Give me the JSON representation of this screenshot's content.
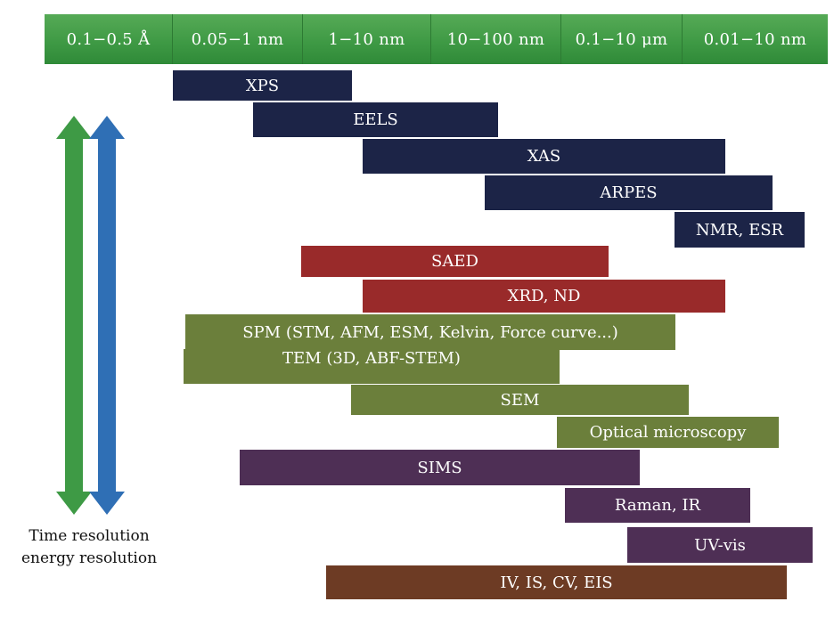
{
  "scale": {
    "cells": [
      "0.1−0.5 Å",
      "0.05−1 nm",
      "1−10 nm",
      "10−100 nm",
      "0.1−10 μm",
      "0.01−10 nm"
    ],
    "color": "#3f9a45"
  },
  "arrows": {
    "green": "#3e9a45",
    "blue": "#2f6fb5",
    "label_line1": "Time resolution",
    "label_line2": "energy resolution"
  },
  "techniques": [
    {
      "label": "XPS",
      "group": "navy"
    },
    {
      "label": "EELS",
      "group": "navy"
    },
    {
      "label": "XAS",
      "group": "navy"
    },
    {
      "label": "ARPES",
      "group": "navy"
    },
    {
      "label": "NMR, ESR",
      "group": "navy"
    },
    {
      "label": "SAED",
      "group": "red"
    },
    {
      "label": "XRD, ND",
      "group": "red"
    },
    {
      "label": "SPM (STM, AFM, ESM, Kelvin, Force curve...)",
      "group": "olive"
    },
    {
      "label": "TEM (3D, ABF-STEM)",
      "group": "olive"
    },
    {
      "label": "SEM",
      "group": "olive"
    },
    {
      "label": "Optical microscopy",
      "group": "olive"
    },
    {
      "label": "SIMS",
      "group": "purple"
    },
    {
      "label": "Raman, IR",
      "group": "purple"
    },
    {
      "label": "UV-vis",
      "group": "purple"
    },
    {
      "label": "IV, IS, CV, EIS",
      "group": "brown"
    }
  ],
  "colors": {
    "navy": "#1c2447",
    "red": "#992a2a",
    "olive": "#6b7f3b",
    "purple": "#4e2f55",
    "brown": "#6d3b24"
  }
}
